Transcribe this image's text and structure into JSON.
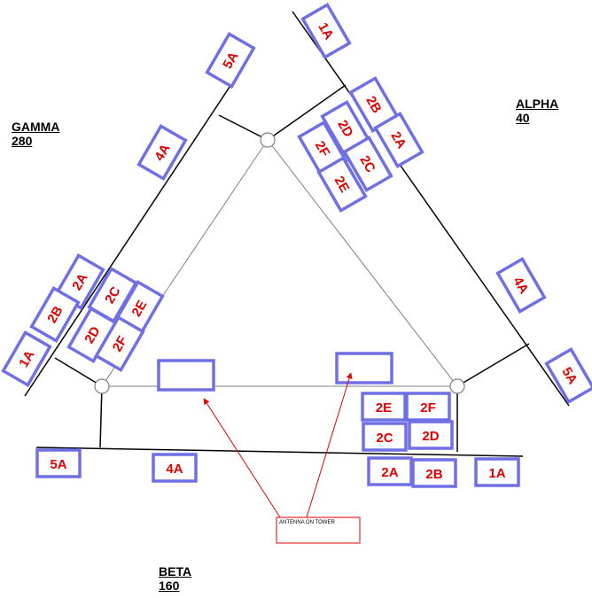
{
  "sectors": {
    "alpha": {
      "name": "ALPHA",
      "azimuth": "40"
    },
    "beta": {
      "name": "BETA",
      "azimuth": "160"
    },
    "gamma": {
      "name": "GAMMA",
      "azimuth": "280"
    }
  },
  "antennas": {
    "alpha": [
      "1A",
      "2B",
      "2D",
      "2F",
      "2A",
      "2C",
      "2E",
      "4A",
      "5A"
    ],
    "beta": [
      "2E",
      "2F",
      "2C",
      "2D",
      "2A",
      "2B",
      "1A",
      "4A",
      "5A"
    ],
    "gamma": [
      "5A",
      "4A",
      "2A",
      "2C",
      "2E",
      "2B",
      "2D",
      "2F",
      "1A"
    ]
  },
  "note": "ANTENNA ON TOWER",
  "colors": {
    "antenna_border": "#6f6fe6",
    "label": "#e00000",
    "arrow": "#e00000"
  }
}
